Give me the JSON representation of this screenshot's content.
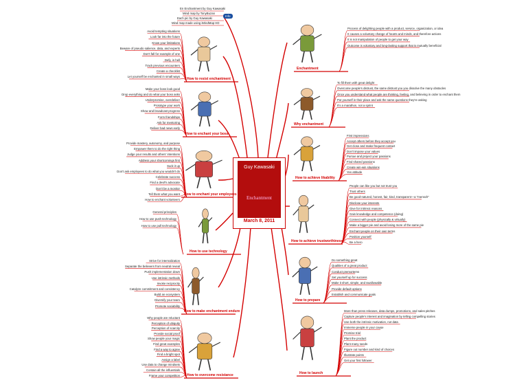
{
  "center": {
    "book_author": "Guy Kawasaki",
    "book_title": "Enchantment",
    "date": "March 8, 2011"
  },
  "info_label": "Info",
  "top_items": [
    "En Enchantment by Guy Kawasaki",
    "Mind map by TonyBuzan",
    "Each pic by Guy Kawasaki",
    "Mind map made using iMindMap HD"
  ],
  "left_branches": [
    {
      "caption": "How to resist enchantment",
      "items": [
        "Avoid tempting situations",
        "Look far into the future",
        "Know your limitations",
        "Beware of pseudo salience, data, and experts",
        "Don't fall for example of one",
        "Defy, in hell",
        "Track previous encounters",
        "Create a checklist",
        "Let yourself be enchanted in small ways"
      ]
    },
    {
      "caption": "How to enchant your boss",
      "items": [
        "Make your boss look good",
        "Drop everything and do what your boss asks",
        "Underpromise, overdeliver",
        "Prototype your work",
        "Show and broadcast progress",
        "Form friendships",
        "Ask for mentoring",
        "Deliver bad news early"
      ]
    },
    {
      "caption": "How to enchant your employees",
      "items": [
        "Provide mastery, autonomy, and purpose",
        "Empower them to do the right thing",
        "Judge your results and others' intentions",
        "Address your shortcomings first",
        "Suck it up",
        "Don't ask employees to do what you wouldn't do",
        "Celebrate success",
        "Find a devil's advocate",
        "Don't be a monitor",
        "Tell them what you want",
        "How to enchant volunteers"
      ]
    },
    {
      "caption": "How to use technology",
      "items": [
        "General principles",
        "How to use push technology",
        "How to use pull technology"
      ]
    },
    {
      "caption": "How to make enchantment endure",
      "items": [
        "Strive for internalization",
        "Separate the believers from neutral reveal",
        "Push implementation down",
        "Use intrinsic methods",
        "Invoke reciprocity",
        "Catalyze commitment and consistency",
        "Build an ecosystem",
        "Diversify your team",
        "Promote sociability"
      ]
    },
    {
      "caption": "How to overcome resistance",
      "items": [
        "Why people are reluctant",
        "Perception of ubiquity",
        "Perception of scarcity",
        "Provide social proof",
        "Show people your magic",
        "Find great examples",
        "Find a way to agree",
        "Find a bright spot",
        "Assign a label",
        "Use data to change mindsets",
        "Contain all the influentials",
        "Frame your competition"
      ]
    }
  ],
  "right_branches": [
    {
      "caption": "Enchantment",
      "items": [
        "Process of delighting people with a product, service, organization, or idea",
        "It causes a voluntary change of hearts and minds, and therefore actions",
        "It is not manipulation of people to get your way",
        "Outcome is voluntary and long-lasting support that is mutually beneficial"
      ]
    },
    {
      "caption": "Why enchantment",
      "items": [
        "To fill them with great delight",
        "Overcome people's distrust, the same distrust you you dissolve the many obstacles",
        "Once you understand what people are thinking, feeling, and believing in order to enchant them",
        "Put yourself in their place and ask the same questions they're asking",
        "It's a marathon, not a sprint"
      ]
    },
    {
      "caption": "How to achieve likability",
      "items": [
        "First impressions",
        "Accept others before they accept you",
        "Get close and make frequent contact",
        "Don't impose your values",
        "Pursue and project your passions",
        "Find shared passions",
        "Create win-win situations",
        "Yes attitude"
      ]
    },
    {
      "caption": "How to achieve trustworthiness",
      "items": [
        "People can like you but not trust you",
        "Trust others",
        "Be good-natured, honest, fair, kind, transparent—a \"mensch\"",
        "Disclose your interests",
        "Give for intrinsic reasons",
        "Gain knowledge and competence (doing)",
        "Connect with people (physically & virtually)",
        "Make a bigger pie and avoid losing more of the same pie",
        "Enchant people on their own terms",
        "Position yourself",
        "Be a hero"
      ]
    },
    {
      "caption": "How to prepare",
      "items": [
        "Do something great",
        "Qualities of a great product",
        "Conduct premortems",
        "Set yourself up for success",
        "Make it short, simple, and swallowable",
        "Provide default options",
        "Establish and communicate goals"
      ]
    },
    {
      "caption": "How to launch",
      "items": [
        "More than press releases, data dumps, promotions, and sales pitches",
        "Capture people's interest and imagination by telling compelling stories",
        "Use both the intrinsic motivation, not data",
        "Immerse people in your cause",
        "Promise trial",
        "Plant the product",
        "Plant many seeds",
        "Figure out number and kind of choices",
        "Illustrate points",
        "Get your first follower"
      ]
    }
  ],
  "colors": {
    "branch": "#d40000",
    "caption": "#d40000",
    "center_border": "#cc0000",
    "book": "#b30d0d"
  }
}
